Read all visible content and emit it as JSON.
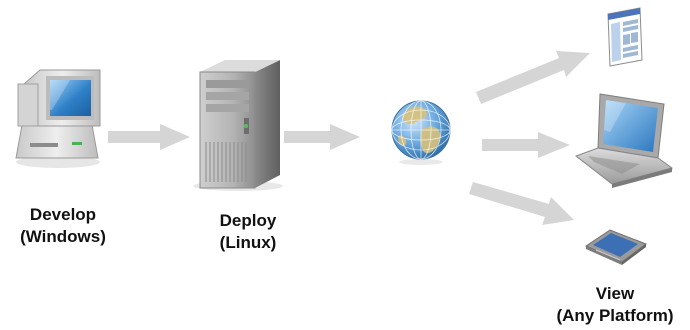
{
  "nodes": [
    {
      "id": "develop",
      "line1": "Develop",
      "line2": "(Windows)",
      "icon": "desktop-computer-icon"
    },
    {
      "id": "deploy",
      "line1": "Deploy",
      "line2": "(Linux)",
      "icon": "server-tower-icon"
    },
    {
      "id": "internet",
      "icon": "globe-icon"
    },
    {
      "id": "view",
      "line1": "View",
      "line2": "(Any Platform)",
      "icons": [
        "web-page-icon",
        "laptop-icon",
        "tablet-icon"
      ]
    }
  ],
  "colors": {
    "arrow": "#d5d5d5",
    "text": "#111111",
    "monitor_screen": "#2f80c8",
    "globe_ocean": "#6aa8df",
    "globe_land": "#d6c07a"
  }
}
